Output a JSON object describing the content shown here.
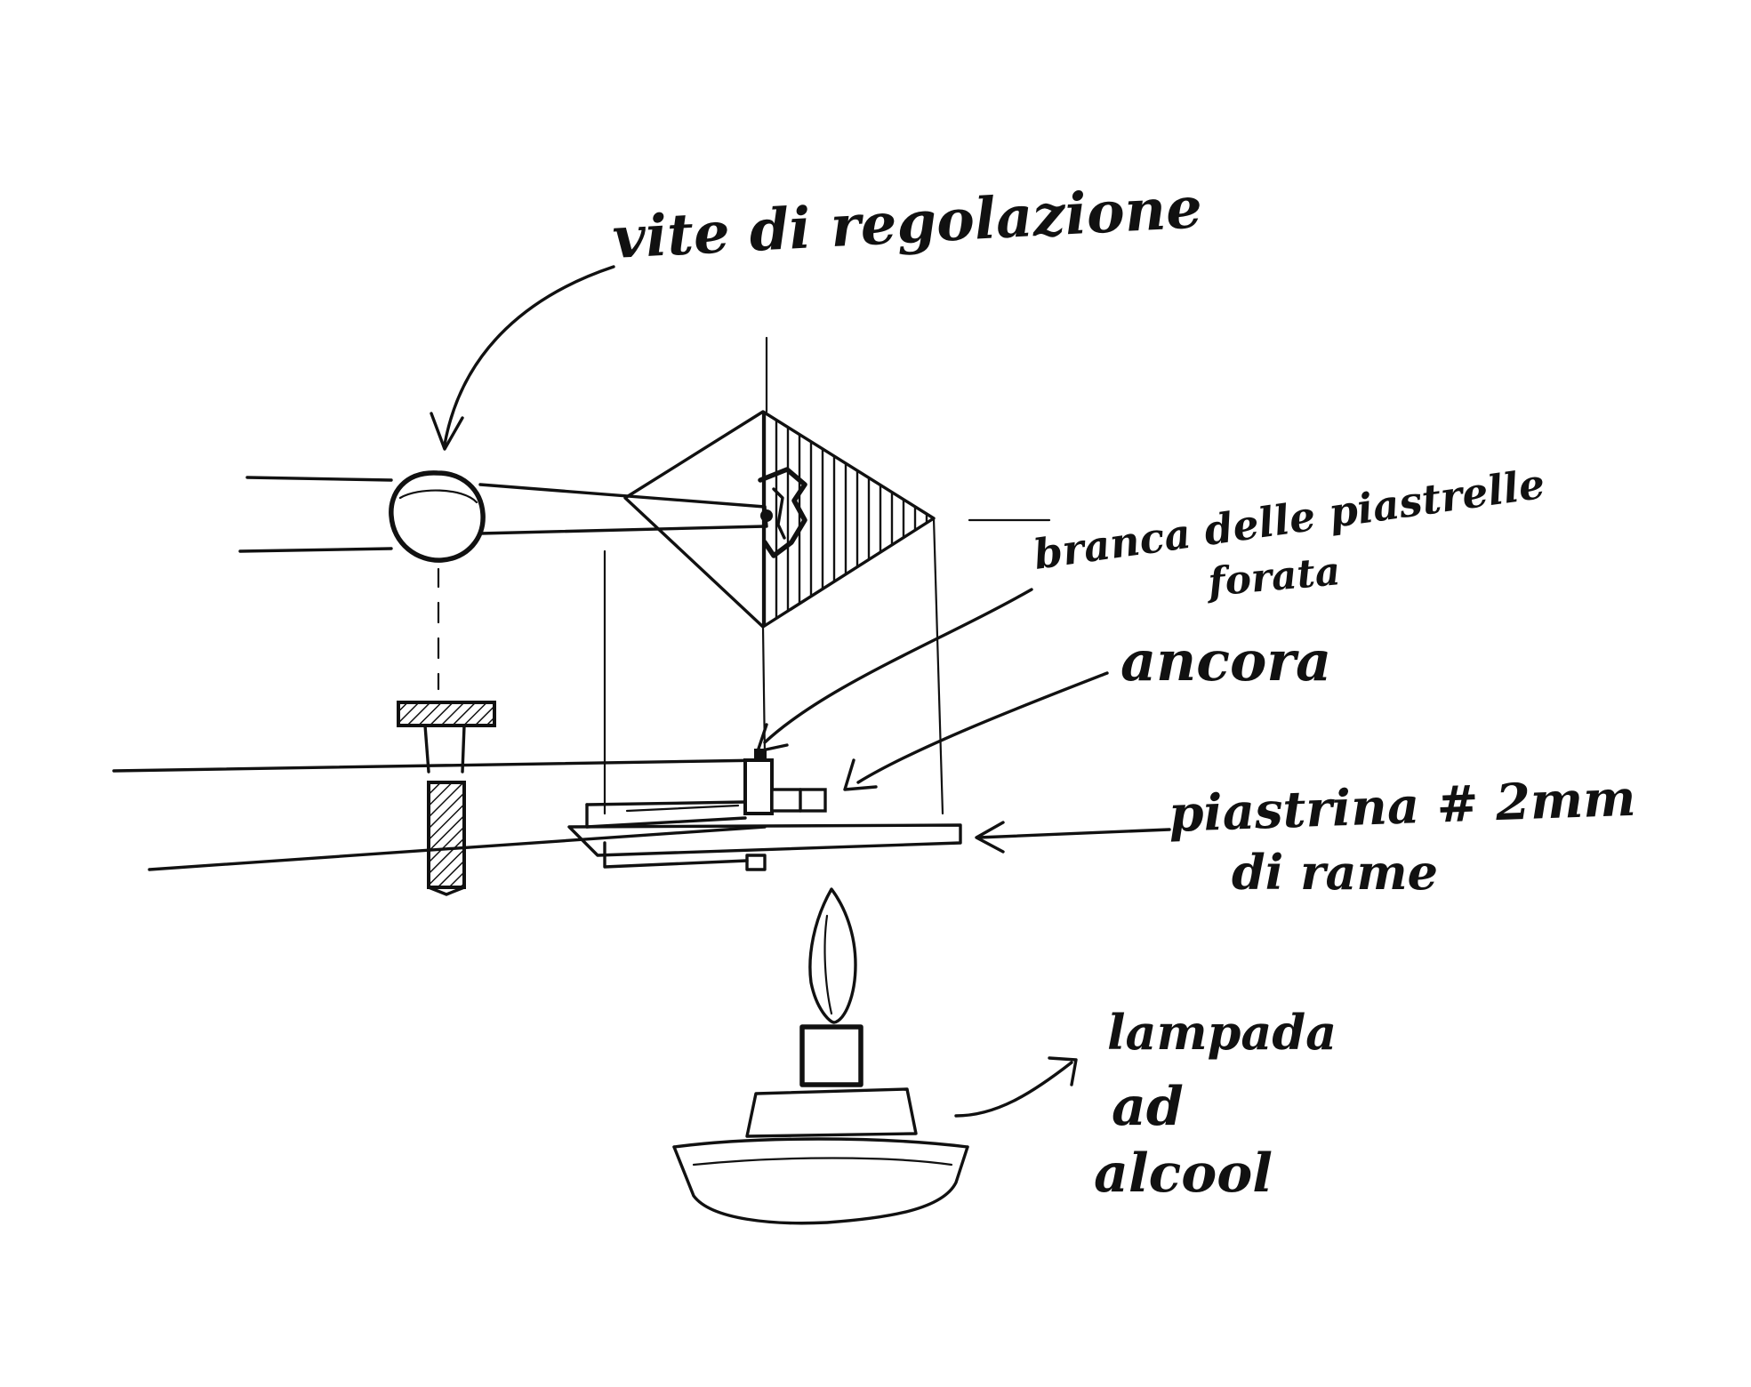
{
  "colors": {
    "paper": "#ffffff",
    "ink": "#111111"
  },
  "labels": {
    "regulating_screw": "vite di regolazione",
    "tile_clamp_line1": "branca delle piastrelle",
    "tile_clamp_line2": "forata",
    "anchor": "ancora",
    "copper_plate_line1": "piastrina # 2mm",
    "copper_plate_line2": "di rame",
    "alcohol_lamp_line1": "lampada",
    "alcohol_lamp_line2": "ad",
    "alcohol_lamp_line3": "alcool"
  }
}
